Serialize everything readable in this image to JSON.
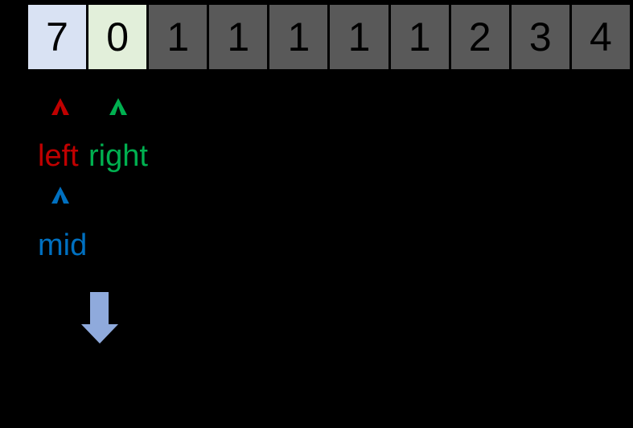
{
  "page": {
    "background": "#000000",
    "description": "binary search array diagram"
  },
  "array": {
    "cells": [
      {
        "value": "7",
        "bg": "#D9E2F3"
      },
      {
        "value": "0",
        "bg": "#E2EFDA"
      },
      {
        "value": "1",
        "bg": "#595959"
      },
      {
        "value": "1",
        "bg": "#595959"
      },
      {
        "value": "1",
        "bg": "#595959"
      },
      {
        "value": "1",
        "bg": "#595959"
      },
      {
        "value": "1",
        "bg": "#595959"
      },
      {
        "value": "2",
        "bg": "#595959"
      },
      {
        "value": "3",
        "bg": "#595959"
      },
      {
        "value": "4",
        "bg": "#595959"
      }
    ],
    "cell_text_color": "#000000",
    "separator_color": "#000000"
  },
  "pointers": {
    "left": {
      "label": "left",
      "color": "#C00000"
    },
    "right": {
      "label": "right",
      "color": "#00B050"
    },
    "mid": {
      "label": "mid",
      "color": "#0070C0"
    }
  },
  "arrow": {
    "color": "#8FAADC"
  }
}
